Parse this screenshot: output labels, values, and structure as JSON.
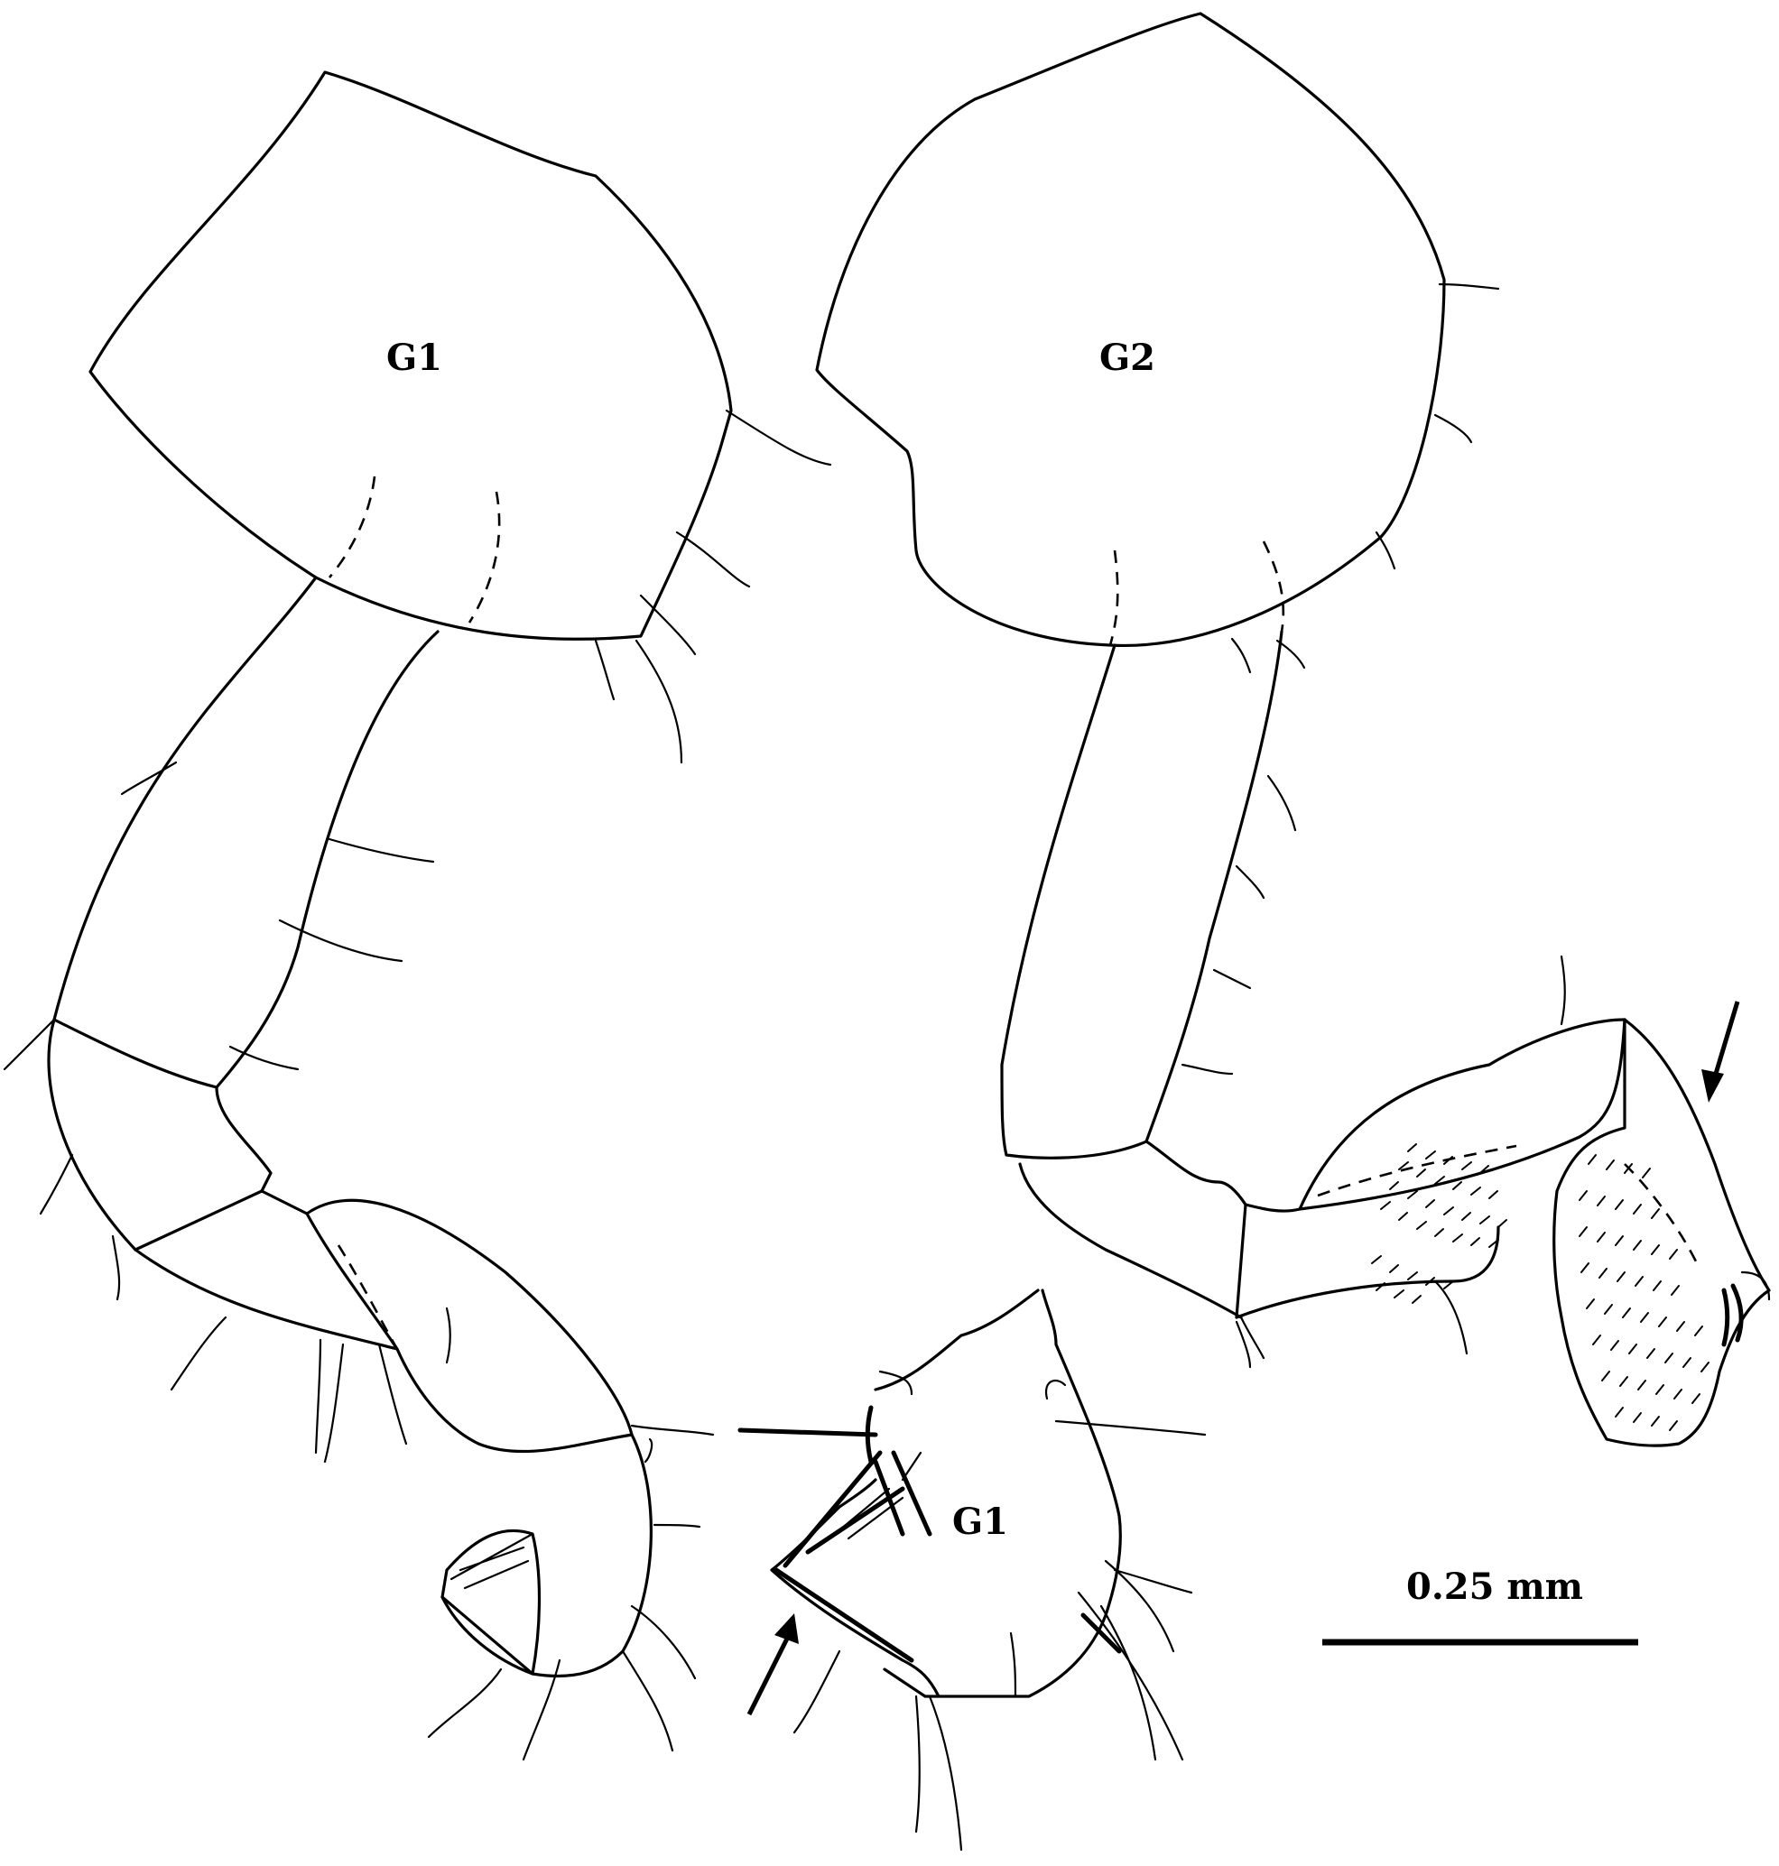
{
  "labels": {
    "g1_main": "G1",
    "g2_main": "G2",
    "g1_detail": "G1"
  },
  "scale_bar": {
    "label": "0.25 mm"
  },
  "colors": {
    "ink": "#000000",
    "background": "#ffffff"
  },
  "annotations": {
    "arrows": [
      "arrow-g2-propodus",
      "arrow-g1-detail"
    ]
  }
}
